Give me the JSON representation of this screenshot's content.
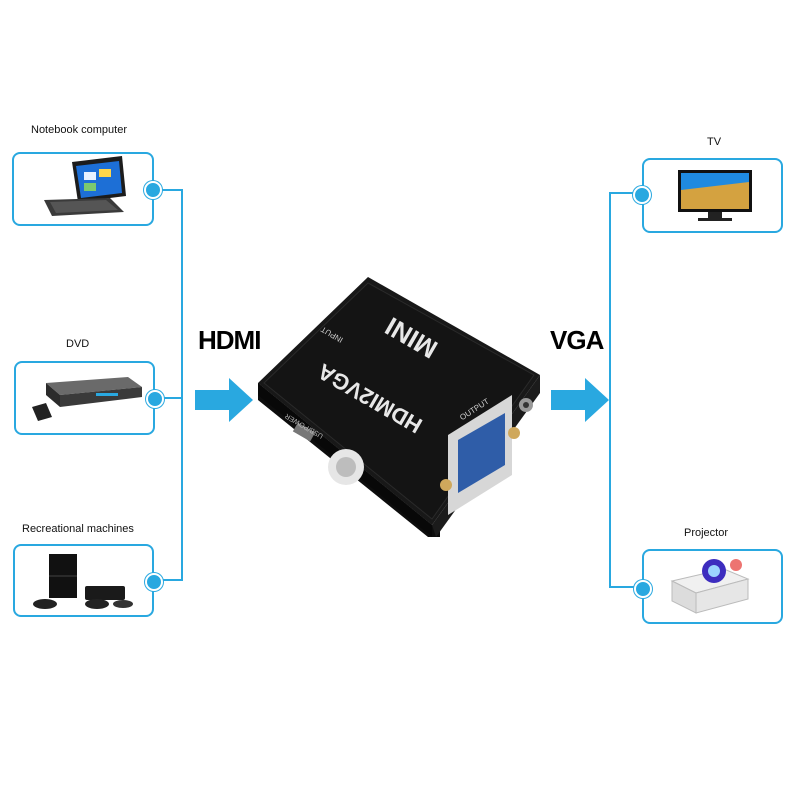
{
  "inputs": [
    {
      "label": "Notebook computer",
      "icon": "laptop-icon"
    },
    {
      "label": "DVD",
      "icon": "dvd-player-icon"
    },
    {
      "label": "Recreational machines",
      "icon": "game-console-icon"
    }
  ],
  "outputs": [
    {
      "label": "TV",
      "icon": "tv-icon"
    },
    {
      "label": "Projector",
      "icon": "projector-icon"
    }
  ],
  "input_signal": "HDMI",
  "output_signal": "VGA",
  "device": {
    "brand": "MINI",
    "model": "HDMI2VGA",
    "input_port": "INPUT",
    "output_port": "OUTPUT",
    "usb_port": "USB/POWER"
  },
  "colors": {
    "accent": "#29a8e0",
    "device": "#111111"
  }
}
